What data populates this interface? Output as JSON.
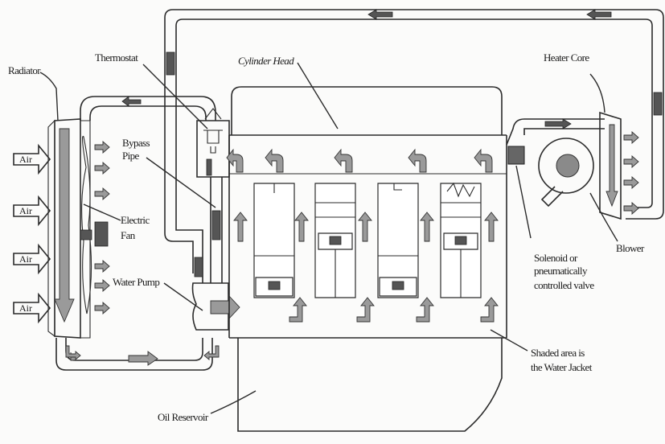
{
  "labels": {
    "radiator": "Radiator",
    "thermostat": "Thermostat",
    "cylinder_head": "Cylinder Head",
    "heater_core": "Heater Core",
    "bypass_pipe_line1": "Bypass",
    "bypass_pipe_line2": "Pipe",
    "electric_fan_line1": "Electric",
    "electric_fan_line2": "Fan",
    "water_pump": "Water Pump",
    "blower": "Blower",
    "solenoid_line1": "Solenoid or",
    "solenoid_line2": "pneumatically",
    "solenoid_line3": "controlled valve",
    "shaded_line1": "Shaded area is",
    "shaded_line2": "the Water Jacket",
    "oil_reservoir": "Oil Reservoir"
  },
  "air_inlets": [
    "Air",
    "Air",
    "Air",
    "Air"
  ],
  "colors": {
    "line": "#2b2b2b",
    "flow_arrow_fill": "#9a9a9a",
    "dark_arrow_fill": "#555555",
    "background": "#fbfbfa"
  }
}
